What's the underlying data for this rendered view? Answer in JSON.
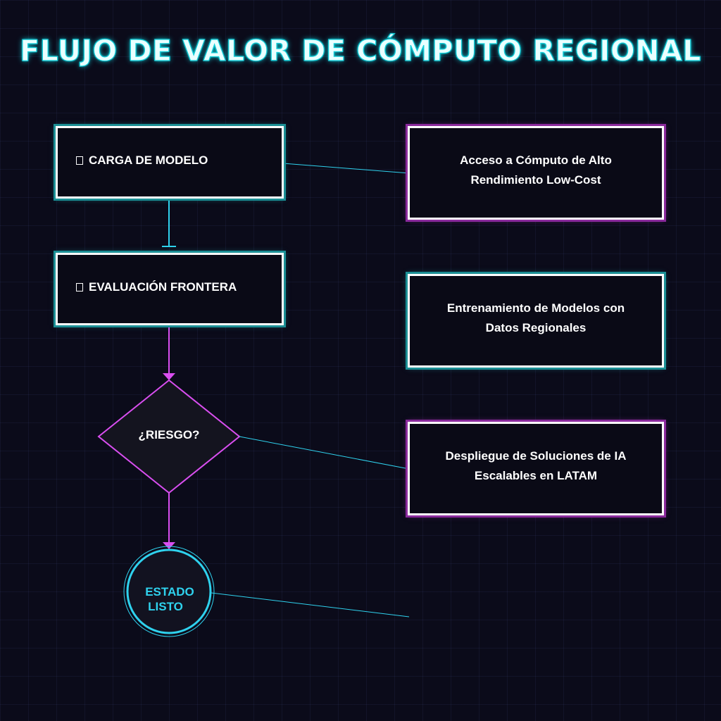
{
  "title": "FLUJO DE VALOR DE CÓMPUTO REGIONAL",
  "steps": [
    {
      "label": "CARGA DE MODELO"
    },
    {
      "label": "EVALUACIÓN FRONTERA"
    }
  ],
  "decision": {
    "label": "¿RIESGO?"
  },
  "end": {
    "line1": "ESTADO",
    "line2": "LISTO"
  },
  "cards": [
    {
      "line1": "Acceso a Cómputo de Alto",
      "line2": "Rendimiento Low-Cost"
    },
    {
      "line1": "Entrenamiento de Modelos con",
      "line2": "Datos Regionales"
    },
    {
      "line1": "Despliegue de Soluciones de IA",
      "line2": "Escalables en LATAM"
    }
  ],
  "colors": {
    "background": "#0b0b1a",
    "cyan": "#2fd2ee",
    "magenta": "#d94ef0",
    "white": "#ffffff"
  }
}
